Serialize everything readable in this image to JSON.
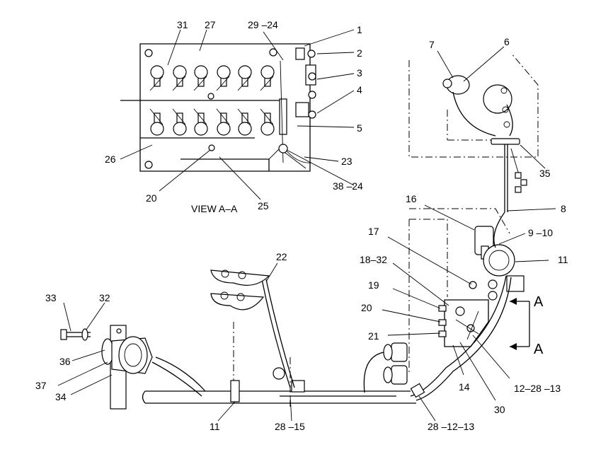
{
  "view_label": "VIEW  A–A",
  "section_marks": [
    "A",
    "A"
  ],
  "callouts": [
    {
      "text": "1"
    },
    {
      "text": "2"
    },
    {
      "text": "3"
    },
    {
      "text": "4"
    },
    {
      "text": "5"
    },
    {
      "text": "27"
    },
    {
      "text": "31"
    },
    {
      "text": "29 –24"
    },
    {
      "text": "26"
    },
    {
      "text": "20"
    },
    {
      "text": "25"
    },
    {
      "text": "23"
    },
    {
      "text": "38 –24"
    },
    {
      "text": "7"
    },
    {
      "text": "6"
    },
    {
      "text": "35"
    },
    {
      "text": "8"
    },
    {
      "text": "16"
    },
    {
      "text": "9 –10"
    },
    {
      "text": "11"
    },
    {
      "text": "17"
    },
    {
      "text": "18–32"
    },
    {
      "text": "19"
    },
    {
      "text": "20"
    },
    {
      "text": "21"
    },
    {
      "text": "14"
    },
    {
      "text": "30"
    },
    {
      "text": "12–28 –13"
    },
    {
      "text": "28 –12–13"
    },
    {
      "text": "22"
    },
    {
      "text": "33"
    },
    {
      "text": "32"
    },
    {
      "text": "36"
    },
    {
      "text": "37"
    },
    {
      "text": "34"
    },
    {
      "text": "11"
    },
    {
      "text": "28 –15"
    }
  ]
}
